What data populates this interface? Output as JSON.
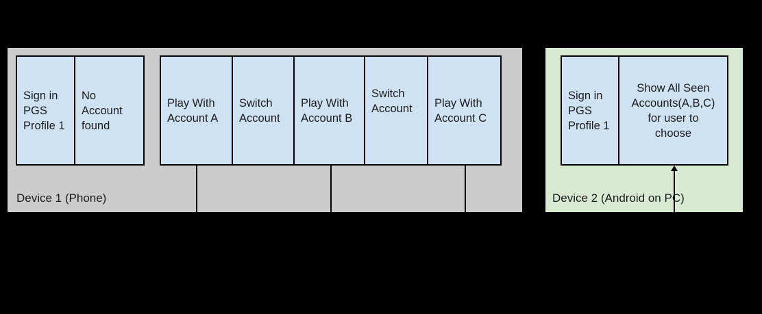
{
  "colors": {
    "background": "#000000",
    "device1_fill": "#cccccc",
    "device2_fill": "#d9ead3",
    "box_fill": "#cfe2f3",
    "box_border": "#000000",
    "text": "#1b1b1b"
  },
  "device1": {
    "label": "Device 1 (Phone)",
    "boxes": [
      {
        "label": "Sign in\nPGS\nProfile 1"
      },
      {
        "label": "No\nAccount\nfound"
      },
      {
        "label": "Play With\nAccount A"
      },
      {
        "label": "Switch\nAccount"
      },
      {
        "label": "Play With\nAccount B"
      },
      {
        "label": "Switch\nAccount"
      },
      {
        "label": "Play With\nAccount C"
      }
    ]
  },
  "device2": {
    "label": "Device 2 (Android on PC)",
    "boxes": [
      {
        "label": "Sign in\nPGS\nProfile 1"
      },
      {
        "label": "Show All Seen\nAccounts(A,B,C)\nfor user to\nchoose"
      }
    ]
  }
}
